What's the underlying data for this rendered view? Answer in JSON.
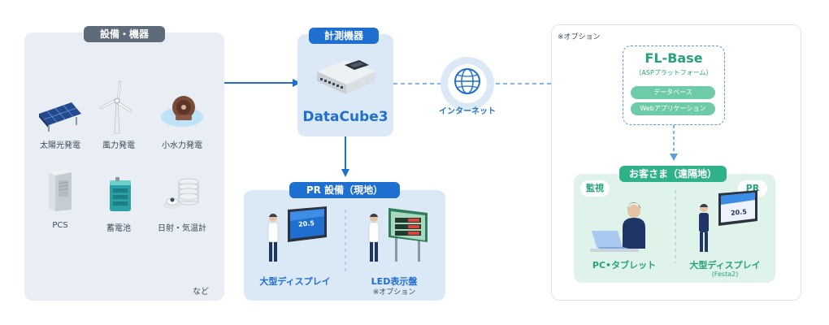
{
  "equipment": {
    "title": "設備・機器",
    "items": [
      "太陽光発電",
      "風力発電",
      "小水力発電",
      "PCS",
      "蓄電池",
      "日射・気温計"
    ],
    "note": "など"
  },
  "device": {
    "title": "計測機器",
    "name": "DataCube3"
  },
  "internet": {
    "label": "インターネット"
  },
  "pr_local": {
    "title": "PR 設備（現地）",
    "display_label": "大型ディスプレイ",
    "display_value": "20.5",
    "led_label": "LED表示盤",
    "led_note": "※オプション"
  },
  "option": {
    "note": "※オプション",
    "flbase_title": "FL-Base",
    "flbase_sub": "（ASPプラットフォーム）",
    "badges": [
      "データベース",
      "Webアプリケーション"
    ]
  },
  "customer": {
    "title": "お客さま（遠隔地）",
    "monitor_tag": "監視",
    "pr_tag": "PR",
    "pc_label": "PC•タブレット",
    "display_label": "大型ディスプレイ",
    "display_sub": "(Festa2)",
    "display_value": "20.5"
  },
  "colors": {
    "blue": "#1f6fd1",
    "green": "#2fb287",
    "panel_gray": "#e8eef4",
    "panel_blue": "#dbe9f6",
    "panel_green": "#dff3ea"
  }
}
